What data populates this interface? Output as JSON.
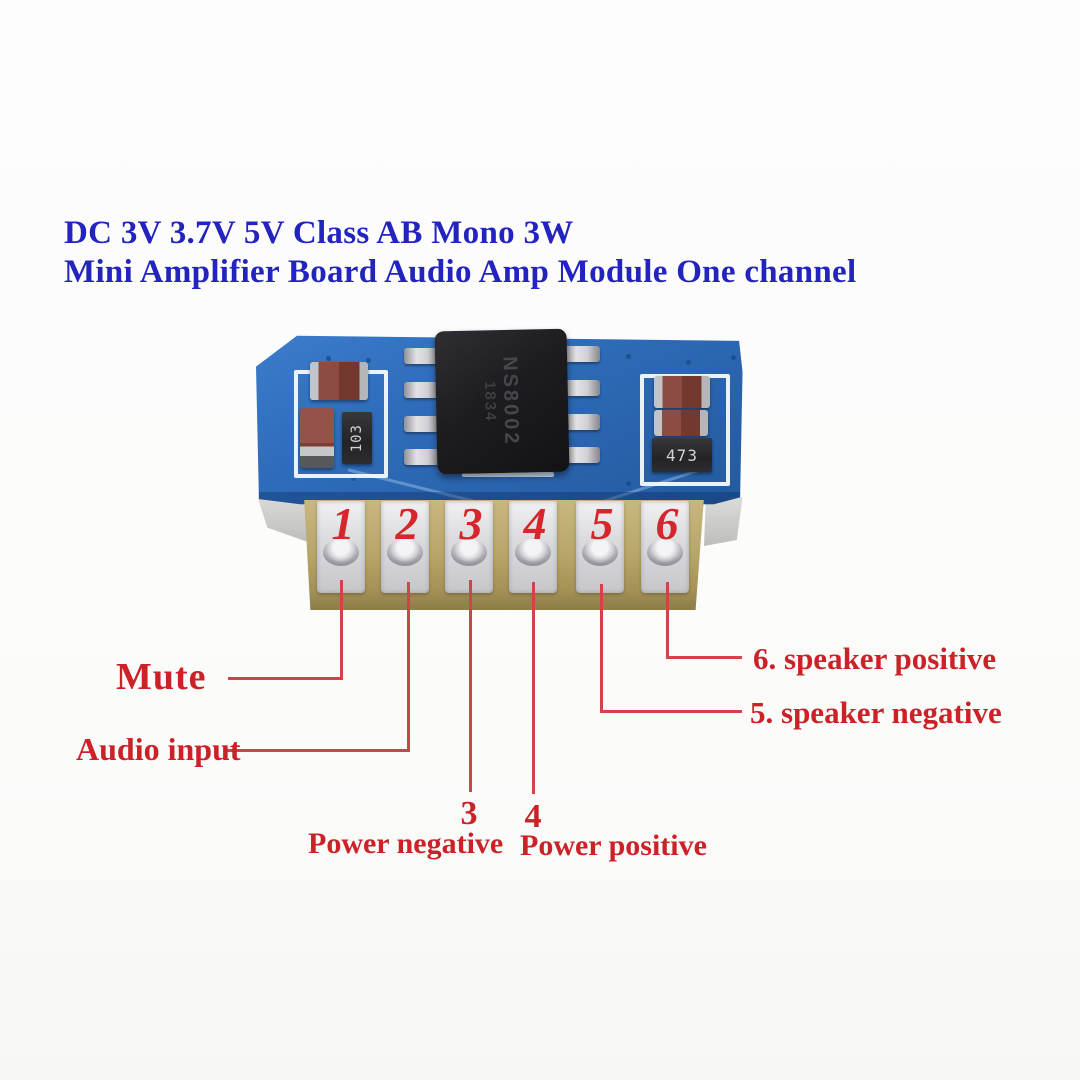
{
  "title": {
    "line1": "DC 3V 3.7V 5V Class AB Mono 3W",
    "line2": "Mini Amplifier Board Audio Amp Module One channel"
  },
  "board": {
    "pins": [
      "1",
      "2",
      "3",
      "4",
      "5",
      "6"
    ],
    "chip_marking_line1": "NS8002",
    "chip_marking_line2": "1834",
    "left_resistor_code": "103",
    "right_resistor_code": "473"
  },
  "labels": {
    "pin1": "Mute",
    "pin2": "Audio input",
    "pin3_num": "3",
    "pin3": "Power negative",
    "pin4_num": "4",
    "pin4": "Power positive",
    "pin5": "5. speaker negative",
    "pin6": "6. speaker positive"
  },
  "colors": {
    "title_blue": "#2323c0",
    "label_red": "#cb2127",
    "line_red": "#d04348",
    "pcb_blue": "#2f6dbb",
    "connector_tan": "#b7a66a",
    "pad_silver": "#dadadd"
  }
}
